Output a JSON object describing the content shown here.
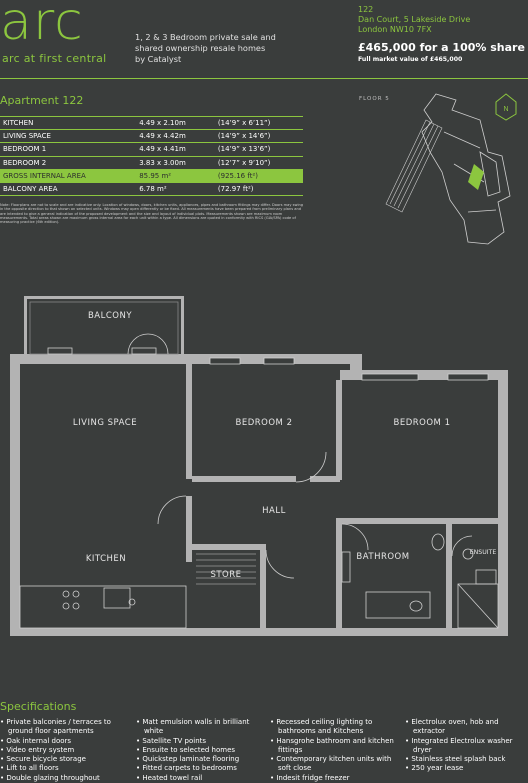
{
  "brand": {
    "logo": "arc",
    "subtitle": "arc at first central"
  },
  "tagline": [
    "1, 2 & 3 Bedroom private sale and",
    "shared ownership resale homes",
    "by Catalyst"
  ],
  "address": [
    "122",
    "Dan Court, 5 Lakeside Drive",
    "London NW10 7FX"
  ],
  "price": "£465,000 for a 100% share",
  "market_value": "Full market value of £465,000",
  "apartment_title": "Apartment 122",
  "rooms": [
    {
      "name": "KITCHEN",
      "metric": "4.49 x 2.10m",
      "imperial": "(14’9” x 6’11”)"
    },
    {
      "name": "LIVING SPACE",
      "metric": "4.49 x 4.42m",
      "imperial": "(14’9” x 14’6”)"
    },
    {
      "name": "BEDROOM 1",
      "metric": "4.49 x 4.41m",
      "imperial": "(14’9” x 13’6”)"
    },
    {
      "name": "BEDROOM 2",
      "metric": "3.83 x 3.00m",
      "imperial": "(12’7” x 9’10”)"
    },
    {
      "name": "GROSS INTERNAL AREA",
      "metric": "85.95 m²",
      "imperial": "(925.16 ft²)"
    },
    {
      "name": "BALCONY AREA",
      "metric": "6.78 m²",
      "imperial": "(72.97 ft²)"
    }
  ],
  "note": "Note: Floorplans are not to scale and are indicative only. Location of windows, doors, kitchen units, appliances, pipes and bathroom fittings may differ. Doors may swing in the opposite direction to that shown on selected units. Windows may open differently or be fixed. All measurements have been prepared from preliminary plans and are intended to give a general indication of the proposed development and the size and layout of individual plots. Measurements shown are maximum room measurements. Total areas shown are maximum gross internal area for each unit within a type. All dimensions are quoted in conformity with RICS (GIA/SPA) code of measuring practice (6th edition).",
  "floor_label": "FLOOR 5",
  "compass": "N",
  "plan_labels": {
    "balcony": "BALCONY",
    "living": "LIVING SPACE",
    "bed2": "BEDROOM 2",
    "bed1": "BEDROOM 1",
    "hall": "HALL",
    "kitchen": "KITCHEN",
    "store": "STORE",
    "bathroom": "BATHROOM",
    "ensuite": "ENSUITE"
  },
  "spec_title": "Specifications",
  "specs": [
    [
      "• Private balconies / terraces to ground floor apartments",
      "• Oak internal doors",
      "• Video entry system",
      "• Secure bicycle storage",
      "• Lift to all floors",
      "• Double glazing throughout"
    ],
    [
      "• Matt emulsion walls in brilliant white",
      "• Satellite TV points",
      "• Ensuite to selected homes",
      "• Quickstep laminate flooring",
      "• Fitted carpets to bedrooms",
      "• Heated towel rail"
    ],
    [
      "• Recessed ceiling lighting to bathrooms and Kitchens",
      "• Hansgrohe bathroom and kitchen fittings",
      "• Contemporary kitchen units with soft close",
      "• Indesit fridge freezer"
    ],
    [
      "• Electrolux oven, hob and extractor",
      "• Integrated Electrolux washer dryer",
      "• Stainless steel splash back",
      "• 250 year lease"
    ]
  ],
  "colors": {
    "accent": "#8cc63f",
    "background": "#3a3d3c",
    "wall": "#b3b3b3"
  }
}
